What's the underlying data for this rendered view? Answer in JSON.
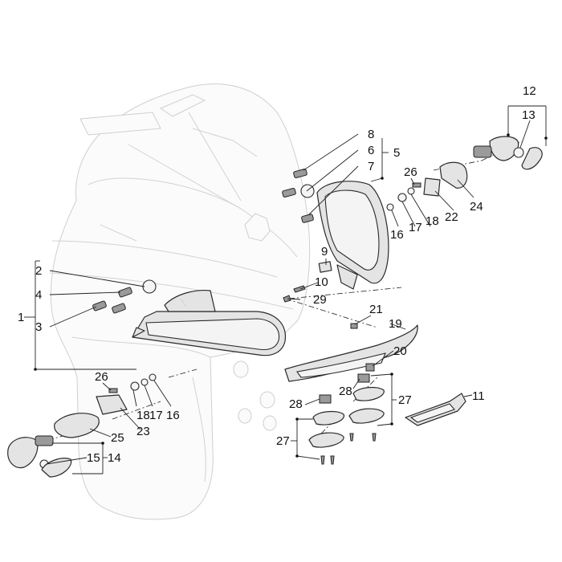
{
  "diagram": {
    "callouts": {
      "c1": "1",
      "c2": "2",
      "c3": "3",
      "c4": "4",
      "c5": "5",
      "c6": "6",
      "c7": "7",
      "c8": "8",
      "c9": "9",
      "c10": "10",
      "c11": "11",
      "c12": "12",
      "c13": "13",
      "c14": "14",
      "c15": "15",
      "c16a": "16",
      "c16b": "16",
      "c17a": "17",
      "c17b": "17",
      "c18a": "18",
      "c18b": "18",
      "c19": "19",
      "c20": "20",
      "c21": "21",
      "c22": "22",
      "c23": "23",
      "c24": "24",
      "c25": "25",
      "c26a": "26",
      "c26b": "26",
      "c27a": "27",
      "c27b": "27",
      "c28a": "28",
      "c28b": "28",
      "c29": "29"
    }
  }
}
